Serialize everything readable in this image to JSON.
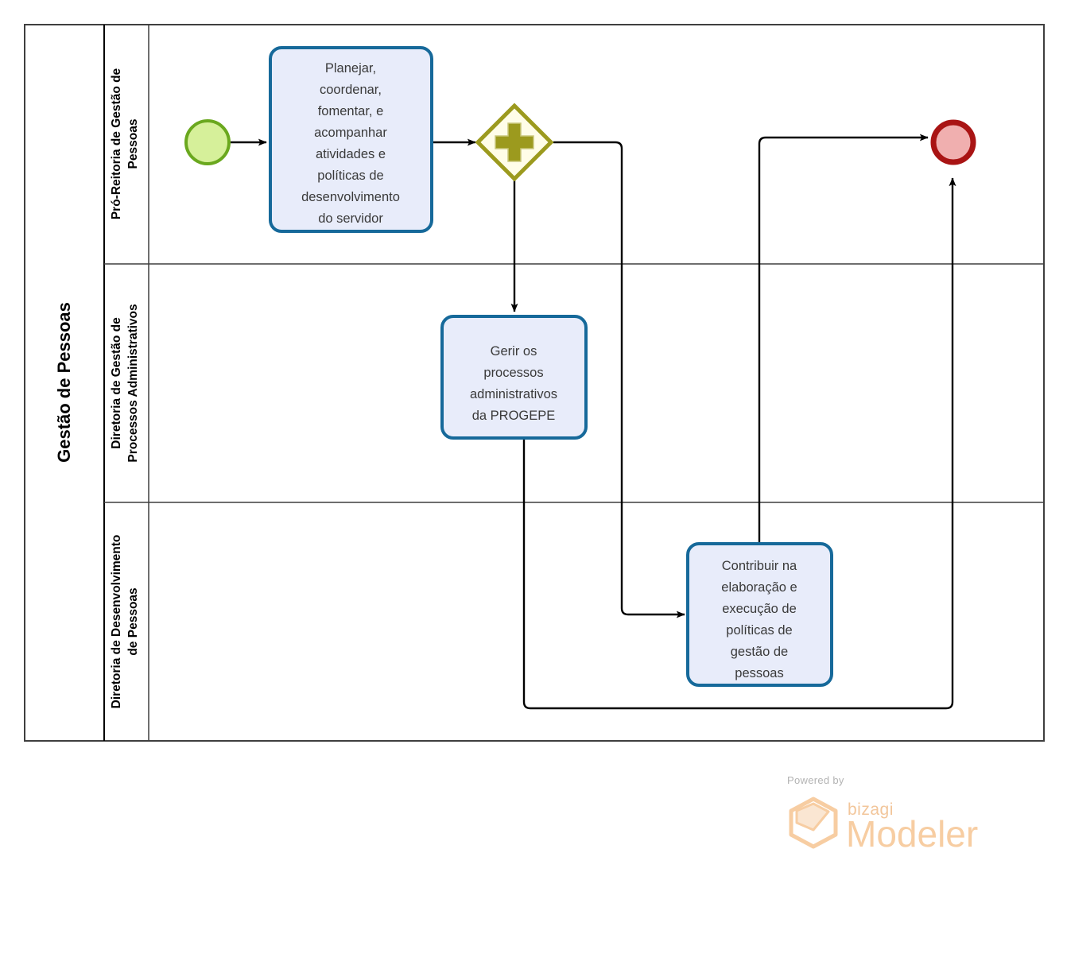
{
  "diagram": {
    "type": "bpmn-process-diagram",
    "pool": {
      "label": "Gestão de Pessoas"
    },
    "lanes": [
      {
        "id": "lane-1",
        "label": "Pró-Reitoria de Gestão de Pessoas"
      },
      {
        "id": "lane-2",
        "label": "Diretoria de Gestão de Processos Administrativos"
      },
      {
        "id": "lane-3",
        "label": "Diretoria de Desenvolvimento de Pessoas"
      }
    ],
    "events": [
      {
        "id": "start-event",
        "kind": "start",
        "label": "",
        "lane": "lane-1",
        "fill": "#d6f09a",
        "stroke": "#6aa81e"
      },
      {
        "id": "end-event",
        "kind": "end",
        "label": "",
        "lane": "lane-1",
        "fill": "#f0afaf",
        "stroke": "#a91414"
      }
    ],
    "gateways": [
      {
        "id": "parallel-gateway",
        "kind": "parallel",
        "symbol": "plus",
        "label": "",
        "lane": "lane-1",
        "fill": "#fffde8",
        "stroke": "#9c9a1e"
      }
    ],
    "tasks": [
      {
        "id": "task-planejar",
        "lane": "lane-1",
        "lines": [
          "Planejar,",
          "coordenar,",
          "fomentar, e",
          "acompanhar",
          "atividades e",
          "políticas de",
          "desenvolvimento",
          "do servidor"
        ]
      },
      {
        "id": "task-gerir",
        "lane": "lane-2",
        "lines": [
          "Gerir os",
          "processos",
          "administrativos",
          "da PROGEPE"
        ]
      },
      {
        "id": "task-contribuir",
        "lane": "lane-3",
        "lines": [
          "Contribuir na",
          "elaboração e",
          "execução de",
          "políticas de",
          "gestão de",
          "pessoas"
        ]
      }
    ],
    "flows": [
      {
        "id": "flow-start-to-planejar",
        "from": "start-event",
        "to": "task-planejar"
      },
      {
        "id": "flow-planejar-to-gateway",
        "from": "task-planejar",
        "to": "parallel-gateway"
      },
      {
        "id": "flow-gateway-to-gerir",
        "from": "parallel-gateway",
        "to": "task-gerir"
      },
      {
        "id": "flow-gateway-to-contribuir",
        "from": "parallel-gateway",
        "to": "task-contribuir"
      },
      {
        "id": "flow-contribuir-to-end",
        "from": "task-contribuir",
        "to": "end-event"
      },
      {
        "id": "flow-gerir-to-end",
        "from": "task-gerir",
        "to": "end-event"
      }
    ],
    "colors": {
      "task_fill": "#e8ecfa",
      "task_stroke": "#16699a",
      "start_fill": "#d6f09a",
      "start_stroke": "#6aa81e",
      "end_fill": "#f0afaf",
      "end_stroke": "#a91414",
      "gateway_fill": "#fffde8",
      "gateway_stroke": "#9c9a1e",
      "flow_stroke": "#000000",
      "frame_stroke": "#3f3f3f"
    }
  },
  "watermark": {
    "powered_by": "Powered by",
    "brand": "bizagi",
    "product": "Modeler"
  }
}
